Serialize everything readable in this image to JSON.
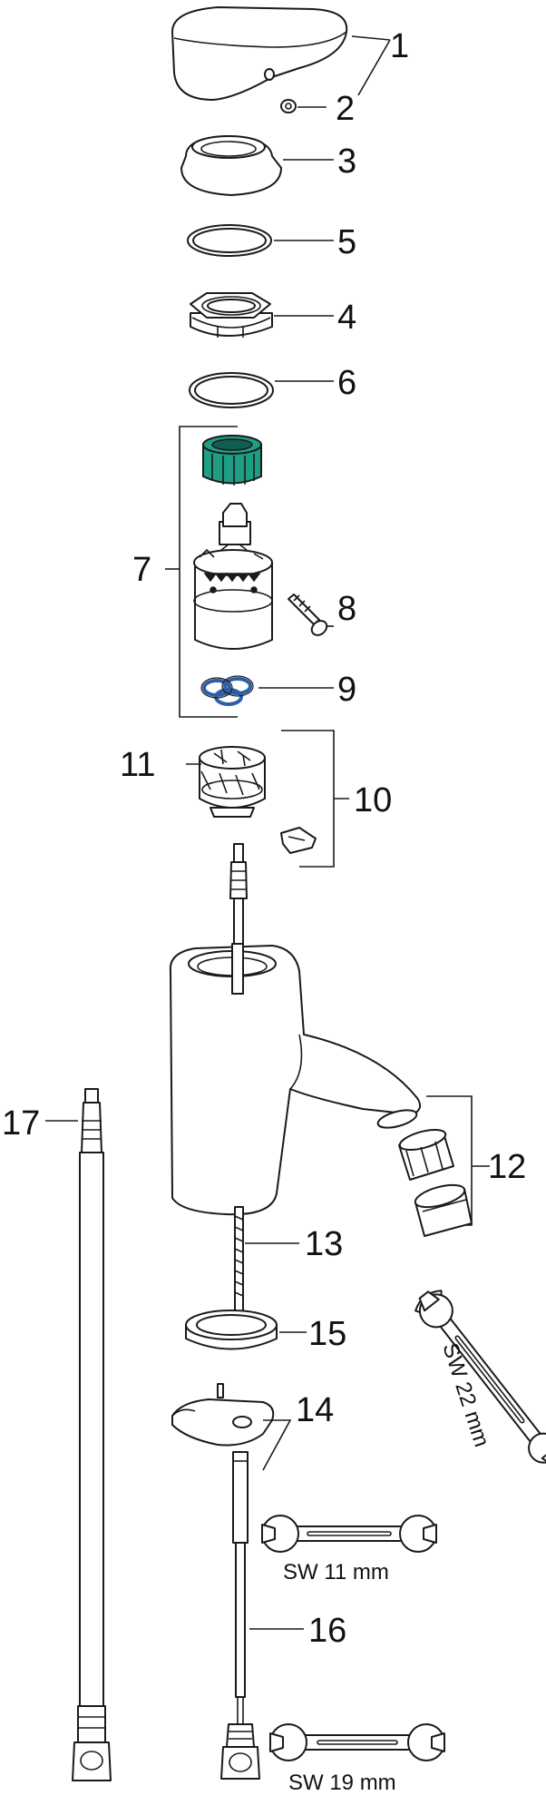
{
  "accent_colors": {
    "cartridge_ring": "#1e9e84",
    "seal_ring": "#2d5fa8",
    "line": "#1a1a1a"
  },
  "callouts": [
    "1",
    "2",
    "3",
    "5",
    "4",
    "6",
    "7",
    "8",
    "9",
    "11",
    "10",
    "17",
    "12",
    "13",
    "15",
    "14",
    "16"
  ],
  "tools": {
    "wrench_22": "SW 22 mm",
    "wrench_11": "SW 11 mm",
    "wrench_19": "SW 19 mm"
  },
  "icons": [
    "wrench-icon"
  ]
}
